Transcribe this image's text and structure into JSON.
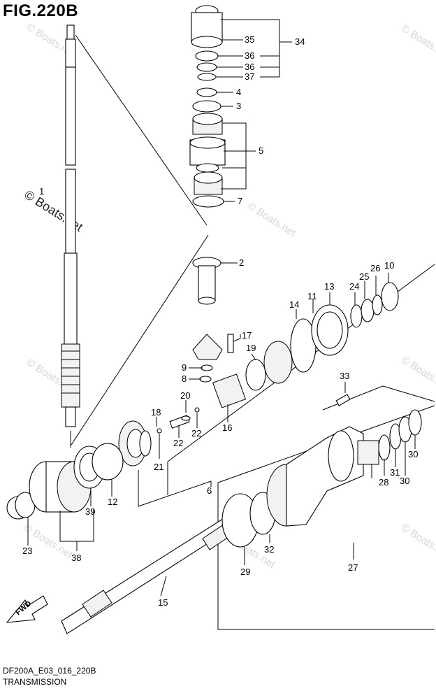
{
  "figure_title": "FIG.220B",
  "diagram_code": "DF200A_E03_016_220B",
  "section_name": "TRANSMISSION",
  "watermark": "© Boats.net",
  "direction_label": "FWD",
  "callouts": [
    "1",
    "2",
    "3",
    "4",
    "5",
    "6",
    "7",
    "8",
    "9",
    "10",
    "11",
    "12",
    "13",
    "14",
    "15",
    "16",
    "17",
    "18",
    "19",
    "20",
    "21",
    "22",
    "22",
    "23",
    "24",
    "25",
    "26",
    "27",
    "28",
    "29",
    "30",
    "30",
    "31",
    "32",
    "33",
    "34",
    "35",
    "36",
    "36",
    "37",
    "38",
    "39"
  ]
}
